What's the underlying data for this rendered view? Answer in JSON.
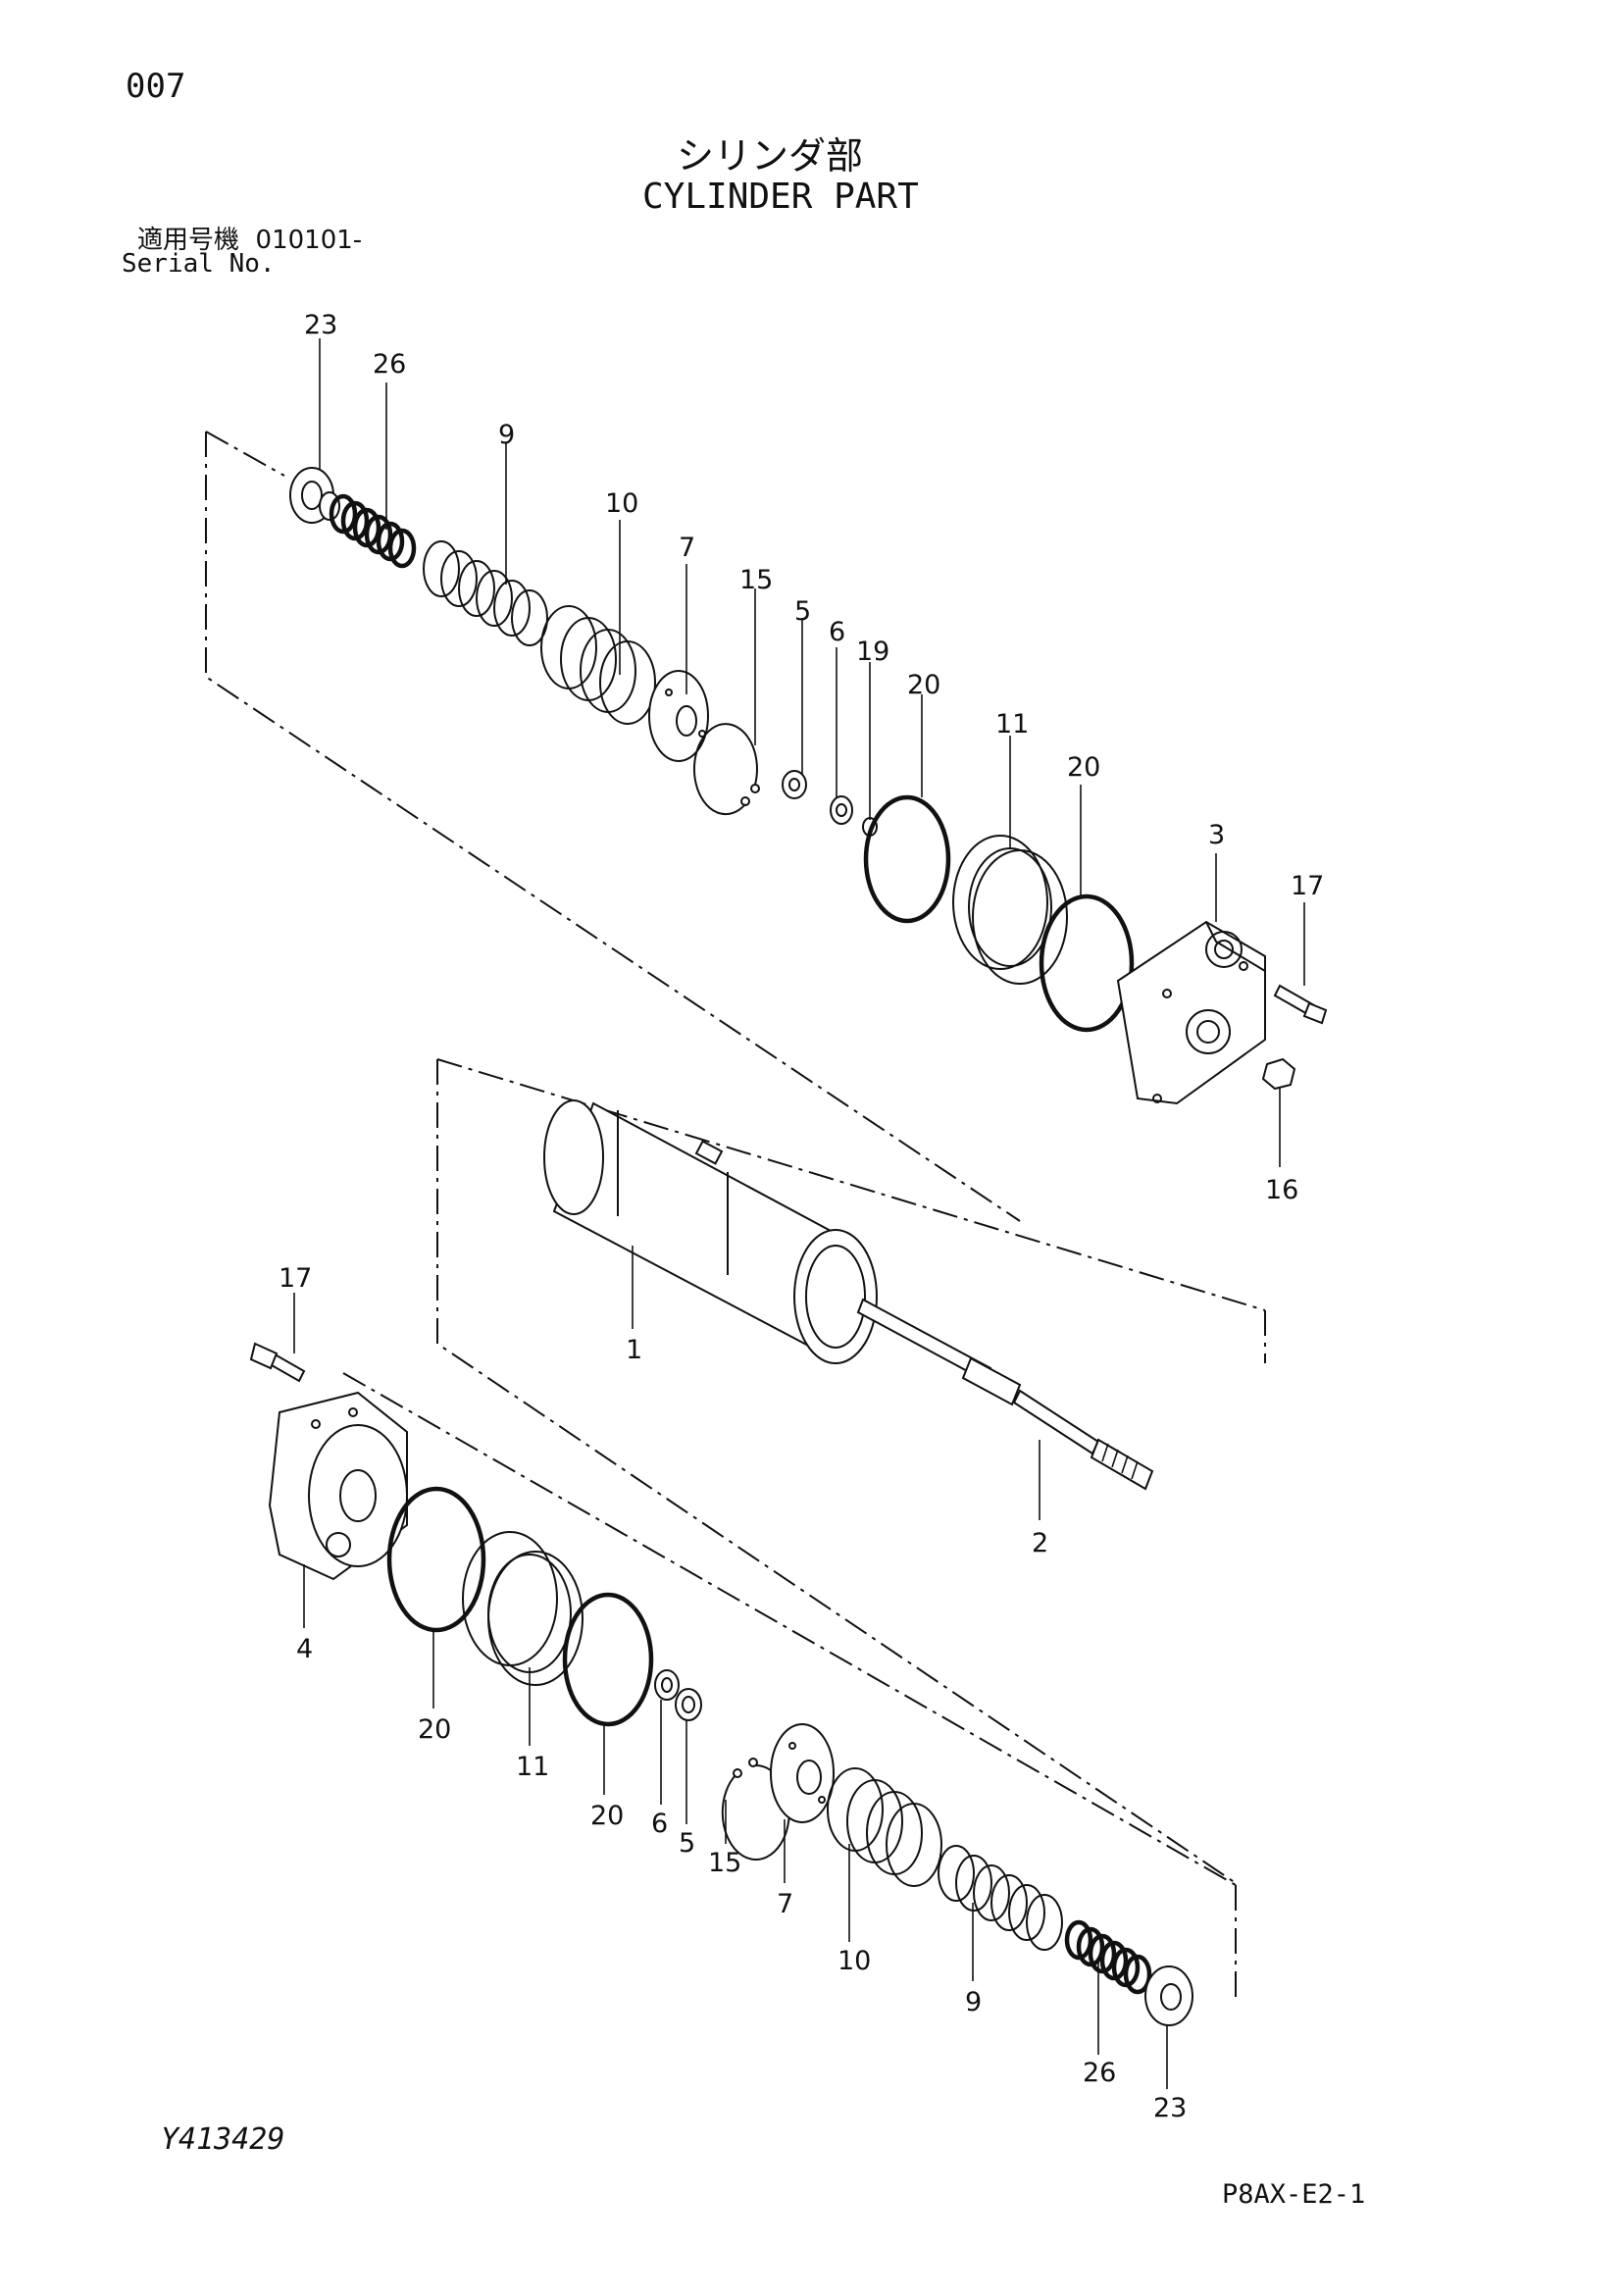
{
  "header": {
    "page_number": "007",
    "title_jp": "シリンダ部",
    "title_en": "CYLINDER PART",
    "serial_label_jp": "適用号機",
    "serial_value": "010101-",
    "serial_label_en": "Serial No."
  },
  "footer": {
    "figure_number": "Y413429",
    "document_code": "P8AX-E2-1"
  },
  "callouts": {
    "top": [
      "23",
      "26",
      "9",
      "10",
      "7",
      "15",
      "5",
      "6",
      "19",
      "20",
      "11",
      "20",
      "3",
      "17",
      "16"
    ],
    "middle": [
      "1",
      "2"
    ],
    "bottom": [
      "17",
      "4",
      "20",
      "11",
      "20",
      "6",
      "5",
      "15",
      "7",
      "10",
      "9",
      "26",
      "23"
    ]
  }
}
